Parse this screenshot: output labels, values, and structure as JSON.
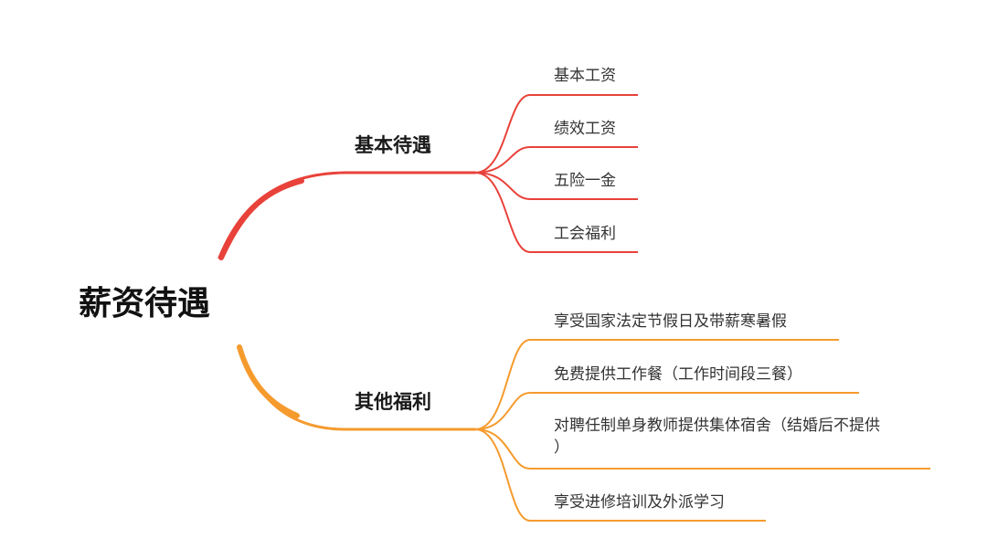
{
  "mindmap": {
    "root": "薪资待遇",
    "branches": [
      {
        "label": "基本待遇",
        "color": "#e8423a",
        "items": [
          "基本工资",
          "绩效工资",
          "五险一金",
          "工会福利"
        ]
      },
      {
        "label": "其他福利",
        "color": "#f59b2e",
        "items": [
          "享受国家法定节假日及带薪寒暑假",
          "免费提供工作餐（工作时间段三餐）",
          "对聘任制单身教师提供集体宿舍（结婚后不提供）",
          "享受进修培训及外派学习"
        ]
      }
    ]
  }
}
